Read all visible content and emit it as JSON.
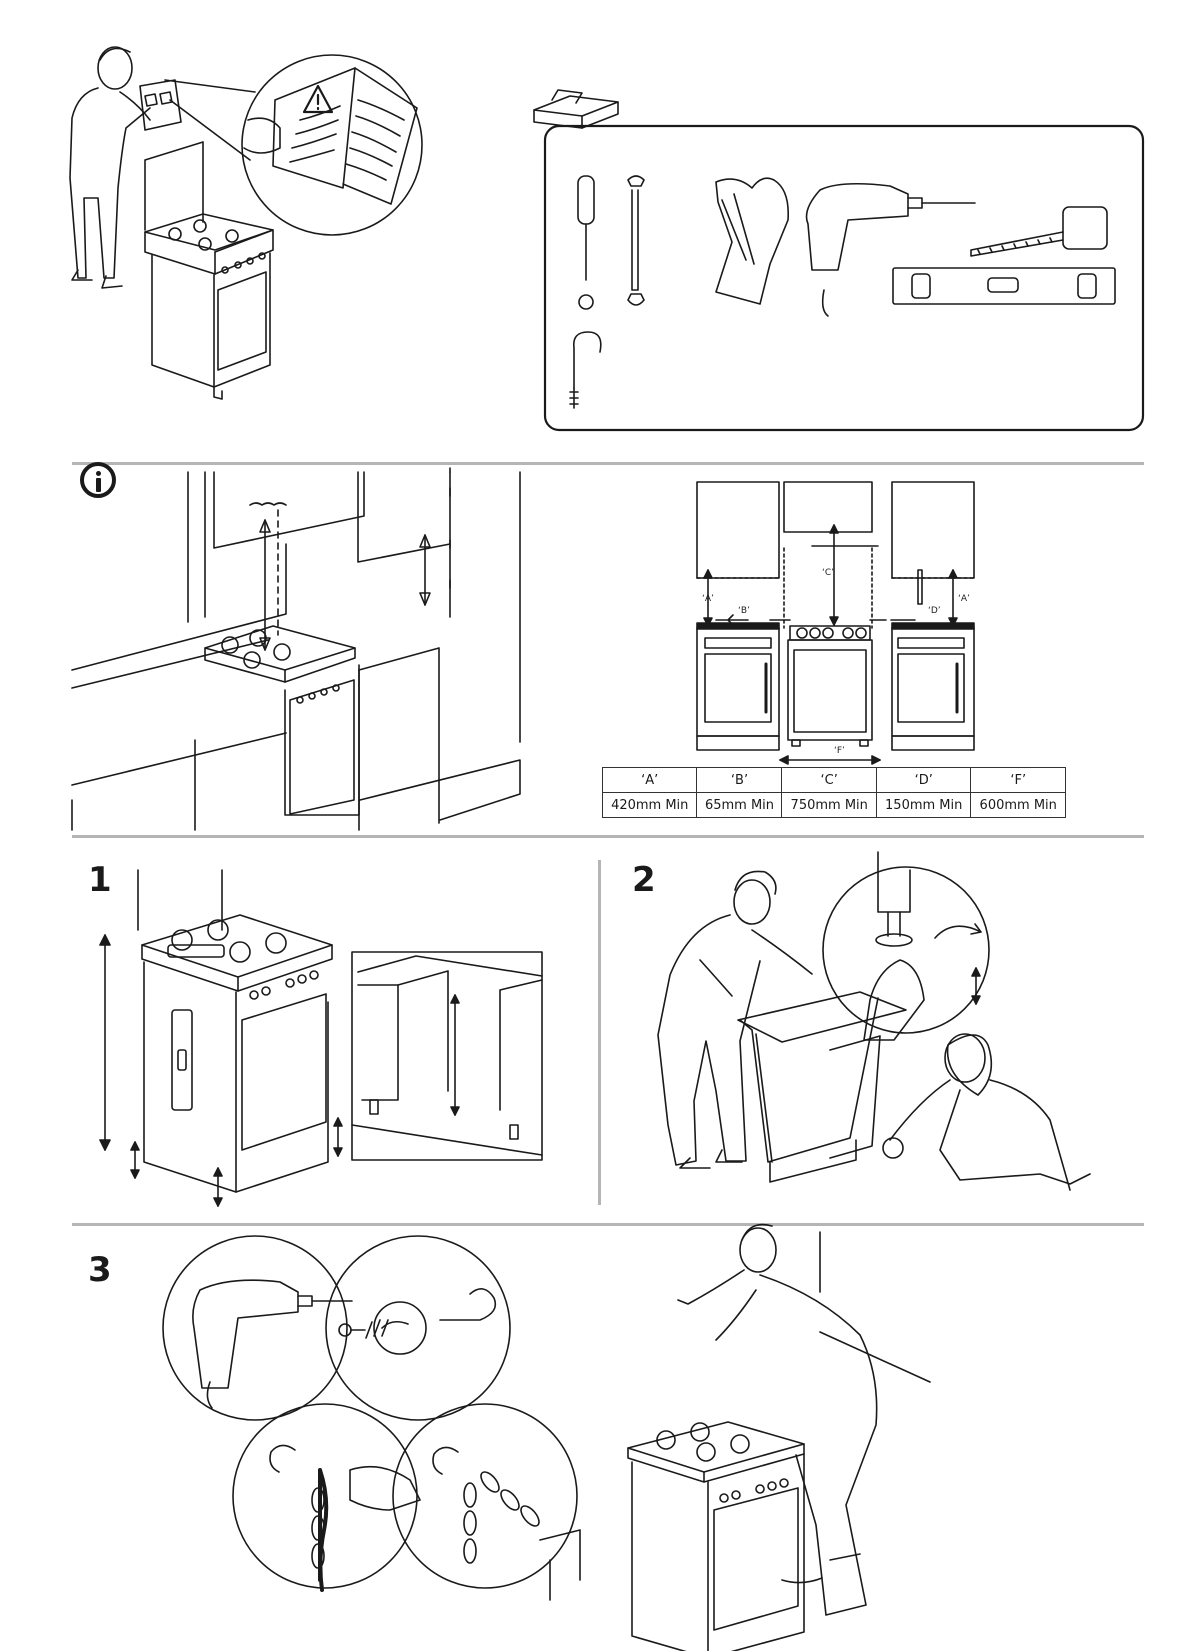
{
  "steps": {
    "step1": "1",
    "step2": "2",
    "step3": "3"
  },
  "clearance_table": {
    "headers": [
      "‘A’",
      "‘B’",
      "‘C’",
      "‘D’",
      "‘F’"
    ],
    "values": [
      "420mm Min",
      "65mm Min",
      "750mm Min",
      "150mm Min",
      "600mm Min"
    ]
  },
  "diagram_labels": {
    "a_left": "‘A’",
    "a_right": "‘A’",
    "b": "‘B’",
    "c": "‘C’",
    "d": "‘D’",
    "f": "‘F’"
  },
  "icons": {
    "warning": "warning-triangle-icon",
    "info": "info-icon",
    "toolbox": "toolbox-icon"
  },
  "tools": [
    "screwdriver-icon",
    "wrench-icon",
    "gloves-icon",
    "drill-icon",
    "tape-measure-icon",
    "spirit-level-icon",
    "screw-hook-icon"
  ]
}
